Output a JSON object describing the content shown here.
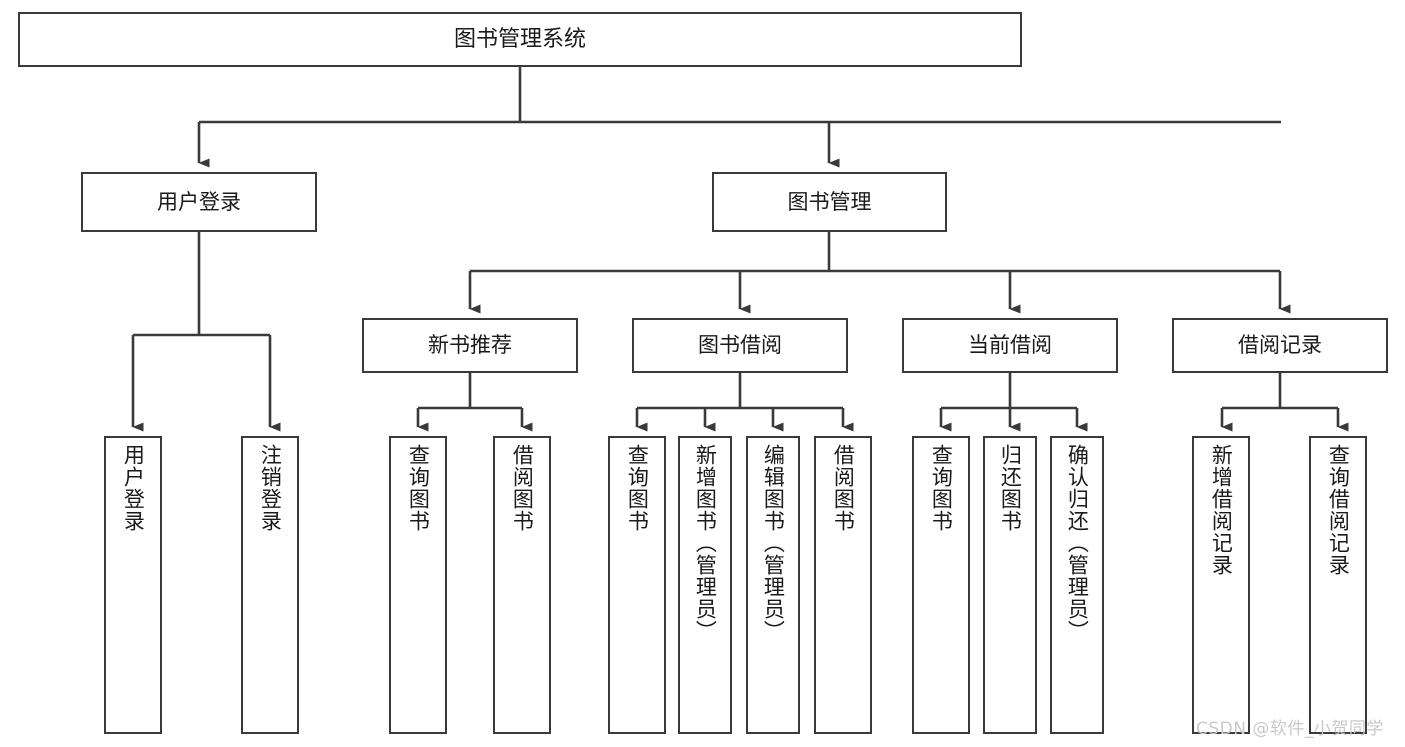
{
  "diagram": {
    "title": "图书管理系统",
    "type": "tree-hierarchy",
    "stroke_color": "#3a3a3a",
    "text_color": "#1a1a1a",
    "background_color": "#ffffff",
    "levels": {
      "root": {
        "label": "图书管理系统"
      },
      "level2": [
        {
          "id": "user-login",
          "label": "用户登录"
        },
        {
          "id": "book-management",
          "label": "图书管理"
        }
      ],
      "level3": [
        {
          "id": "new-book-recommend",
          "label": "新书推荐"
        },
        {
          "id": "book-borrow",
          "label": "图书借阅"
        },
        {
          "id": "current-borrow",
          "label": "当前借阅"
        },
        {
          "id": "borrow-record",
          "label": "借阅记录"
        }
      ],
      "level4": [
        {
          "id": "leaf-user-login",
          "label": "用户登录",
          "parent": "user-login"
        },
        {
          "id": "leaf-logout-login",
          "label": "注销登录",
          "parent": "user-login"
        },
        {
          "id": "leaf-query-book-1",
          "label": "查询图书",
          "parent": "new-book-recommend"
        },
        {
          "id": "leaf-borrow-book-1",
          "label": "借阅图书",
          "parent": "new-book-recommend"
        },
        {
          "id": "leaf-query-book-2",
          "label": "查询图书",
          "parent": "book-borrow"
        },
        {
          "id": "leaf-add-book",
          "label": "新增图书（管理员）",
          "parent": "book-borrow"
        },
        {
          "id": "leaf-edit-book",
          "label": "编辑图书（管理员）",
          "parent": "book-borrow"
        },
        {
          "id": "leaf-borrow-book-2",
          "label": "借阅图书",
          "parent": "book-borrow"
        },
        {
          "id": "leaf-query-book-3",
          "label": "查询图书",
          "parent": "current-borrow"
        },
        {
          "id": "leaf-return-book",
          "label": "归还图书",
          "parent": "current-borrow"
        },
        {
          "id": "leaf-confirm-return",
          "label": "确认归还（管理员）",
          "parent": "current-borrow"
        },
        {
          "id": "leaf-add-record",
          "label": "新增借阅记录",
          "parent": "borrow-record"
        },
        {
          "id": "leaf-query-record",
          "label": "查询借阅记录",
          "parent": "borrow-record"
        }
      ]
    },
    "watermark": "CSDN @软件_小贺同学"
  }
}
